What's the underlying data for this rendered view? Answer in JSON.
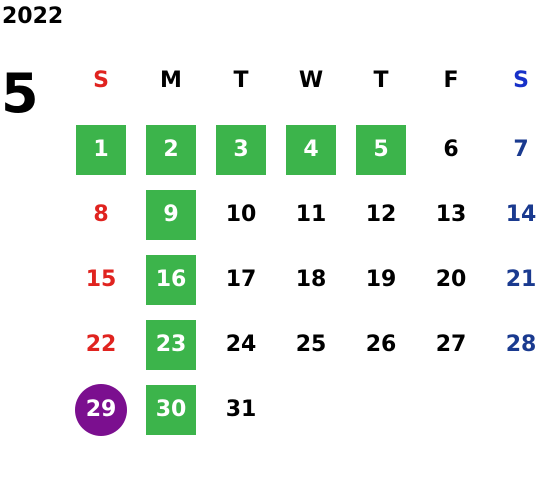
{
  "calendar": {
    "year": "2022",
    "month": "5",
    "weekdays": [
      "S",
      "M",
      "T",
      "W",
      "T",
      "F",
      "S"
    ],
    "weekday_colors": [
      "#e0231f",
      "#000000",
      "#000000",
      "#000000",
      "#000000",
      "#000000",
      "#1731c9"
    ],
    "weeks": [
      [
        {
          "day": "1",
          "style": "green"
        },
        {
          "day": "2",
          "style": "green"
        },
        {
          "day": "3",
          "style": "green"
        },
        {
          "day": "4",
          "style": "green"
        },
        {
          "day": "5",
          "style": "green"
        },
        {
          "day": "6",
          "style": "normal"
        },
        {
          "day": "7",
          "style": "saturday"
        }
      ],
      [
        {
          "day": "8",
          "style": "sunday"
        },
        {
          "day": "9",
          "style": "green"
        },
        {
          "day": "10",
          "style": "normal"
        },
        {
          "day": "11",
          "style": "normal"
        },
        {
          "day": "12",
          "style": "normal"
        },
        {
          "day": "13",
          "style": "normal"
        },
        {
          "day": "14",
          "style": "saturday"
        }
      ],
      [
        {
          "day": "15",
          "style": "sunday"
        },
        {
          "day": "16",
          "style": "green"
        },
        {
          "day": "17",
          "style": "normal"
        },
        {
          "day": "18",
          "style": "normal"
        },
        {
          "day": "19",
          "style": "normal"
        },
        {
          "day": "20",
          "style": "normal"
        },
        {
          "day": "21",
          "style": "saturday"
        }
      ],
      [
        {
          "day": "22",
          "style": "sunday"
        },
        {
          "day": "23",
          "style": "green"
        },
        {
          "day": "24",
          "style": "normal"
        },
        {
          "day": "25",
          "style": "normal"
        },
        {
          "day": "26",
          "style": "normal"
        },
        {
          "day": "27",
          "style": "normal"
        },
        {
          "day": "28",
          "style": "saturday"
        }
      ],
      [
        {
          "day": "29",
          "style": "highlight"
        },
        {
          "day": "30",
          "style": "green"
        },
        {
          "day": "31",
          "style": "normal"
        }
      ]
    ],
    "colors": {
      "sunday": "#e0231f",
      "saturday": "#1a3a8f",
      "normal": "#000000",
      "green": "#3cb44b",
      "highlight": "#7b0f8f"
    }
  }
}
